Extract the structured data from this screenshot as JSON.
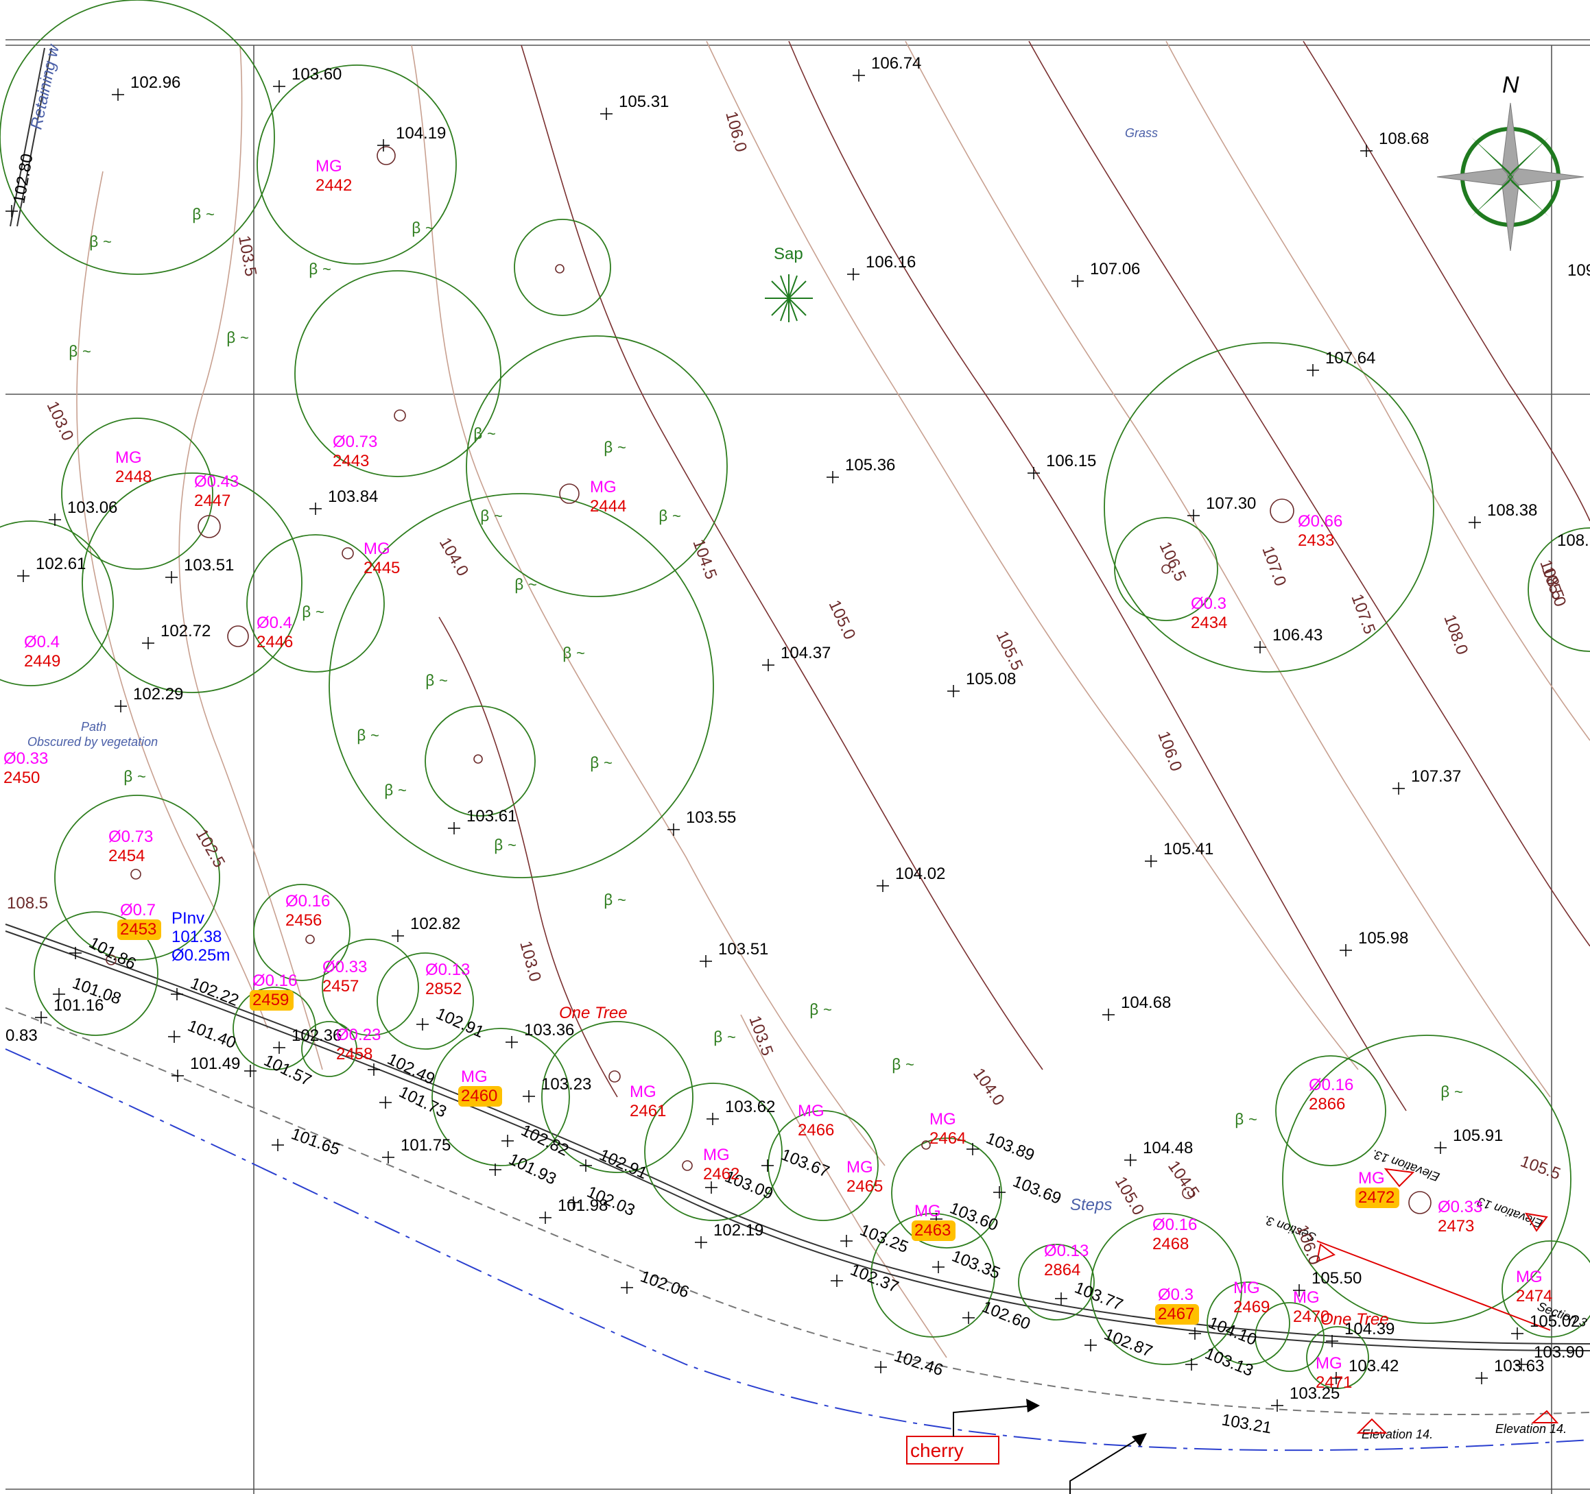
{
  "title_labels": {
    "north_arrow": "N",
    "retaining_wall": "Retaining w",
    "grass": "Grass",
    "sap": "Sap",
    "path_1": "Path",
    "path_2": "Obscured by vegetation",
    "steps": "Steps",
    "one_tree_1": "One Tree",
    "one_tree_2": "One Tree",
    "section_a": "Section 3.",
    "section_b": "Section 3",
    "elevation_13a": "Elevation 13.",
    "elevation_13b": "Elevation 13",
    "elevation_14a": "Elevation 14.",
    "elevation_14b": "Elevation 14.",
    "cherry": "cherry",
    "pinv": "PInv",
    "pinv_level": "101.38",
    "pinv_dia": "Ø0.25m"
  },
  "colors": {
    "canopy": "#2e7d1e",
    "contour_label": "#6b2a2a",
    "tree_tag": "#ff00ff",
    "tree_number": "#e00000",
    "highlight": "#ffc000",
    "annotation_blue": "#0000ff",
    "boundary_blue": "#2a3fcf"
  },
  "spot_levels": [
    "102.96",
    "103.60",
    "104.19",
    "105.31",
    "106.74",
    "108.68",
    "106.16",
    "107.06",
    "102.80",
    "107.64",
    "103.84",
    "103.06",
    "102.61",
    "103.51",
    "102.72",
    "102.29",
    "105.36",
    "106.15",
    "107.30",
    "108.38",
    "106.43",
    "104.37",
    "105.08",
    "107.37",
    "103.61",
    "103.55",
    "105.41",
    "104.02",
    "102.82",
    "103.51",
    "105.98",
    "101.86",
    "101.08",
    "101.16",
    "102.22",
    "101.40",
    "101.49",
    "102.36",
    "101.57",
    "102.91",
    "103.36",
    "103.23",
    "102.49",
    "101.73",
    "101.75",
    "101.65",
    "102.82",
    "101.93",
    "101.98",
    "102.91",
    "102.03",
    "103.62",
    "103.67",
    "103.09",
    "102.19",
    "104.68",
    "103.89",
    "104.48",
    "103.69",
    "103.60",
    "103.25",
    "102.37",
    "103.35",
    "102.60",
    "103.77",
    "102.87",
    "104.10",
    "103.13",
    "105.91",
    "105.50",
    "104.39",
    "105.02",
    "103.42",
    "103.25",
    "103.63",
    "103.90",
    "102.06",
    "102.46",
    "103.21",
    "0.83",
    "109",
    "108."
  ],
  "contours": [
    "106.0",
    "103.5",
    "103.0",
    "104.0",
    "104.5",
    "105.0",
    "105.5",
    "106.0",
    "106.5",
    "107.0",
    "107.5",
    "108.0",
    "108.5",
    "102.5",
    "103.0",
    "103.5",
    "104.0",
    "104.5",
    "105.0",
    "105.5",
    "106.0",
    "105.0",
    "108.5",
    "0"
  ],
  "trees": [
    {
      "tag": "MG",
      "num": "2442",
      "hl": false
    },
    {
      "tag": "MG",
      "num": "2448",
      "hl": false
    },
    {
      "tag": "Ø0.43",
      "num": "2447",
      "hl": false
    },
    {
      "tag": "Ø0.73",
      "num": "2443",
      "hl": false
    },
    {
      "tag": "MG",
      "num": "2444",
      "hl": false
    },
    {
      "tag": "MG",
      "num": "2445",
      "hl": false
    },
    {
      "tag": "Ø0.4",
      "num": "2446",
      "hl": false
    },
    {
      "tag": "Ø0.4",
      "num": "2449",
      "hl": false
    },
    {
      "tag": "Ø0.33",
      "num": "2450",
      "hl": false
    },
    {
      "tag": "Ø0.66",
      "num": "2433",
      "hl": false
    },
    {
      "tag": "Ø0.3",
      "num": "2434",
      "hl": false
    },
    {
      "tag": "Ø0.73",
      "num": "2454",
      "hl": false
    },
    {
      "tag": "Ø0.7",
      "num": "2453",
      "hl": true
    },
    {
      "tag": "Ø0.16",
      "num": "2456",
      "hl": false
    },
    {
      "tag": "Ø0.33",
      "num": "2457",
      "hl": false
    },
    {
      "tag": "Ø0.16",
      "num": "2459",
      "hl": true
    },
    {
      "tag": "Ø0.23",
      "num": "2458",
      "hl": false
    },
    {
      "tag": "Ø0.13",
      "num": "2852",
      "hl": false
    },
    {
      "tag": "MG",
      "num": "2460",
      "hl": true
    },
    {
      "tag": "MG",
      "num": "2461",
      "hl": false
    },
    {
      "tag": "MG",
      "num": "2466",
      "hl": false
    },
    {
      "tag": "MG",
      "num": "2462",
      "hl": false
    },
    {
      "tag": "MG",
      "num": "2465",
      "hl": false
    },
    {
      "tag": "MG",
      "num": "2464",
      "hl": false
    },
    {
      "tag": "MG",
      "num": "2463",
      "hl": true
    },
    {
      "tag": "Ø0.13",
      "num": "2864",
      "hl": false
    },
    {
      "tag": "Ø0.16",
      "num": "2468",
      "hl": false
    },
    {
      "tag": "Ø0.3",
      "num": "2467",
      "hl": true
    },
    {
      "tag": "MG",
      "num": "2469",
      "hl": false
    },
    {
      "tag": "MG",
      "num": "2470",
      "hl": false
    },
    {
      "tag": "MG",
      "num": "2471",
      "hl": false
    },
    {
      "tag": "Ø0.16",
      "num": "2866",
      "hl": false
    },
    {
      "tag": "MG",
      "num": "2472",
      "hl": true
    },
    {
      "tag": "Ø0.33",
      "num": "2473",
      "hl": false
    },
    {
      "tag": "MG",
      "num": "2474",
      "hl": false
    }
  ]
}
